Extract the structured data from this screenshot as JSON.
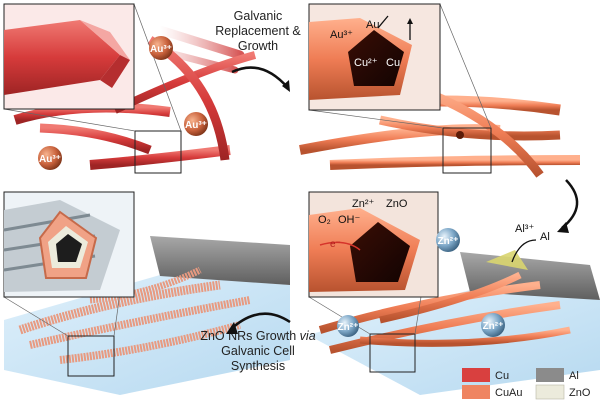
{
  "steps": {
    "galvanic": [
      "Galvanic",
      "Replacement &",
      "Growth"
    ],
    "zno": {
      "line1_prefix": "ZnO NRs Growth ",
      "line1_italic": "via",
      "line2": "Galvanic Cell",
      "line3": "Synthesis"
    }
  },
  "ions": {
    "au3": "Au³⁺",
    "zn2": "Zn²⁺",
    "al3": "Al³⁺",
    "electron": "e⁻"
  },
  "annotations": {
    "au": "Au",
    "cu2": "Cu²⁺",
    "cu": "Cu",
    "zn2": "Zn²⁺",
    "zno": "ZnO",
    "o2": "O₂",
    "oh": "OH⁻",
    "al": "Al"
  },
  "legend": [
    {
      "label": "Cu",
      "color": "#d9403f"
    },
    {
      "label": "Al",
      "color": "#8b8b8b"
    },
    {
      "label": "CuAu",
      "color": "#ef8461"
    },
    {
      "label": "ZnO",
      "color": "#ecebdc"
    }
  ]
}
